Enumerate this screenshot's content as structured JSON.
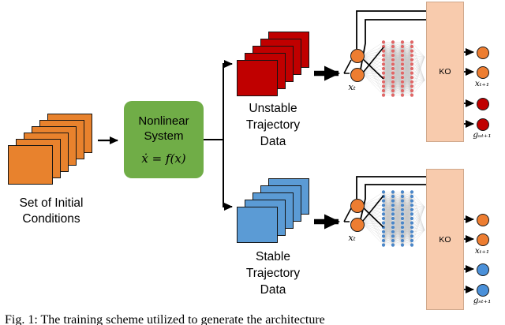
{
  "caption": "Fig. 1: The training scheme utilized to generate the architecture",
  "colors": {
    "card_orange": "#E8822D",
    "card_red": "#C00000",
    "card_blue": "#5B9BD5",
    "system_green": "#70AD47",
    "ko_peach": "#F8CBAD",
    "mesh_red": "#E06666",
    "mesh_blue": "#4A86C8",
    "node_orange": "#ED7D31",
    "node_red": "#C00000",
    "node_blue": "#4A90D9"
  },
  "initial_conditions": {
    "card_count": 6,
    "label": [
      "Set of Initial",
      "Conditions"
    ]
  },
  "nonlinear_system": {
    "title": [
      "Nonlinear",
      "System"
    ],
    "equation": "ẋ = f(x)"
  },
  "unstable_branch": {
    "card_count": 5,
    "stack_label": [
      "Unstable",
      "Trajectory",
      "Data"
    ],
    "input_label": "xₜ",
    "ko_label": "KO",
    "output_state_label": "xₜ₊₁",
    "output_g_label": "gᵤₜ₊₁"
  },
  "stable_branch": {
    "card_count": 5,
    "stack_label": [
      "Stable",
      "Trajectory",
      "Data"
    ],
    "input_label": "xₜ",
    "ko_label": "KO",
    "output_state_label": "xₜ₊₁",
    "output_g_label": "gₛₜ₊₁"
  }
}
